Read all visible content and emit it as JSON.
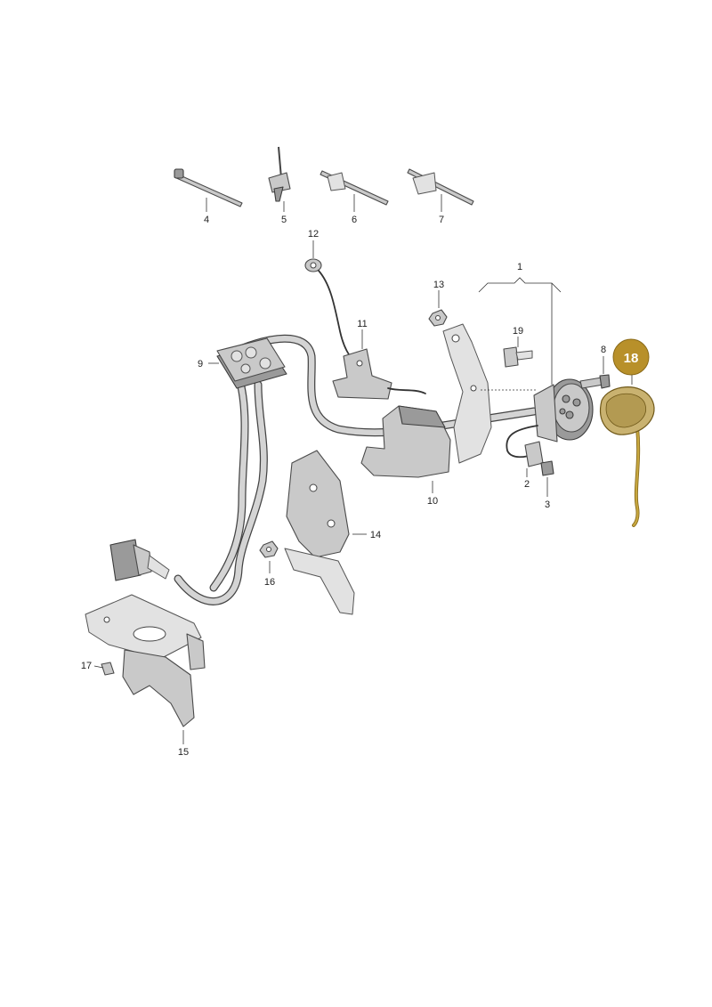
{
  "diagram": {
    "part_numbers": [
      "1",
      "2",
      "3",
      "4",
      "5",
      "6",
      "7",
      "8",
      "9",
      "10",
      "11",
      "12",
      "13",
      "14",
      "15",
      "16",
      "17",
      "19"
    ],
    "highlighted_part": "18",
    "colors": {
      "highlight_badge": "#b8902a",
      "highlight_part": "#c9b270",
      "highlight_wire": "#c8a840",
      "part_gray": "#c9c9c9"
    }
  }
}
